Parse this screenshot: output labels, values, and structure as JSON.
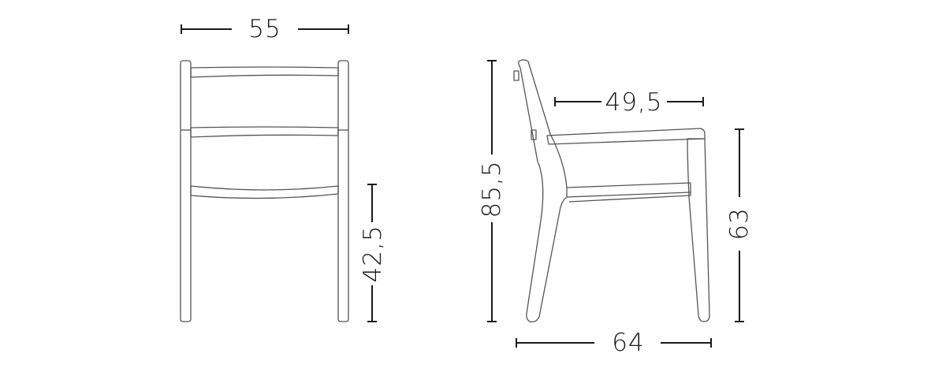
{
  "dimensions": {
    "front_width": "55",
    "front_seat_height": "42,5",
    "side_total_height": "85,5",
    "side_seat_depth": "49,5",
    "side_armrest_height": "63",
    "side_depth": "64"
  },
  "colors": {
    "dimension_line": "#1a1a1a",
    "chair_outline": "#555555",
    "background": "#ffffff"
  }
}
